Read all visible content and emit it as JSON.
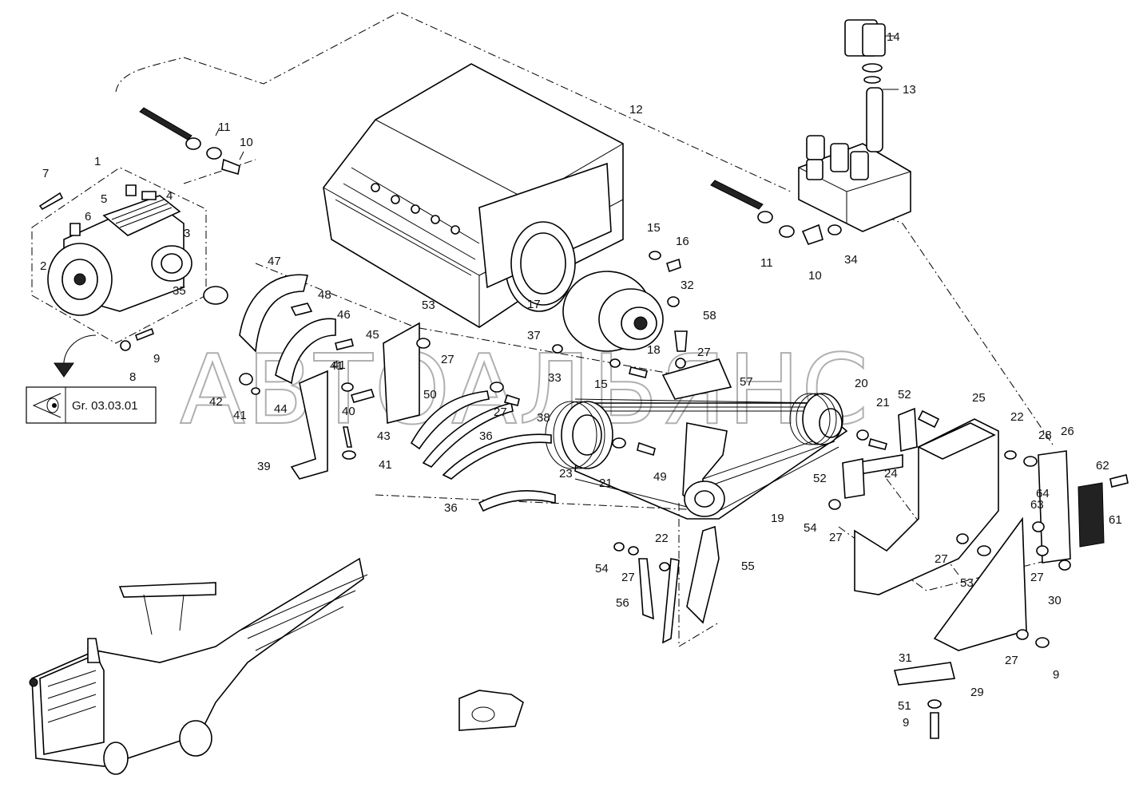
{
  "watermark": "АВТОАЛЬЯНС",
  "reference": {
    "label": "Gr. 03.03.01",
    "icon": "eye-view-icon"
  },
  "callouts": [
    "1",
    "2",
    "3",
    "4",
    "5",
    "6",
    "7",
    "8",
    "9",
    "10",
    "11",
    "12",
    "13",
    "14",
    "15",
    "16",
    "17",
    "18",
    "19",
    "20",
    "21",
    "22",
    "23",
    "24",
    "25",
    "26",
    "27",
    "28",
    "29",
    "30",
    "31",
    "32",
    "33",
    "34",
    "35",
    "36",
    "37",
    "38",
    "39",
    "40",
    "41",
    "42",
    "43",
    "44",
    "45",
    "46",
    "47",
    "48",
    "49",
    "50",
    "51",
    "52",
    "53",
    "54",
    "55",
    "56",
    "57",
    "58",
    "61",
    "62",
    "63",
    "64"
  ]
}
